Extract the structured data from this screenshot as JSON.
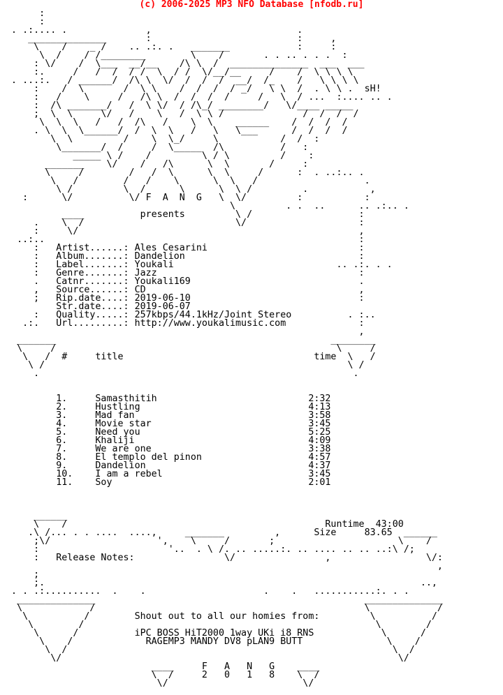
{
  "header": {
    "text": "(c) 2006-2025 MP3 NFO Database [nfodb.ru]",
    "color": "#ff0000"
  },
  "nfo_lines": [
    "       :",
    "       :",
    "  . .:.... .              ,                          .",
    "     ______________       :                          :     ,",
    "      \\    /    _ /    .. .:. .   _______            :     :",
    "       \\  /    / /________        \\    /       . . .. . . .  :",
    "      : \\/    /  \\___  __/__    /\\ \\  /  ______________  ___  ___",
    "      :.     /   /  /  / /  \\  / /  \\/__/__     /    /  \\ \\ \\ \\",
    "  . ...:.   / ______/  /\\ \\  \\/  /  /  /  __/  /_    /   \\ \\ \\ \\",
    "      :    /  \\       /  \\ \\    /  /  /  / _/   \\ \\  /  . \\ \\ .  sH!",
    "      :   /    \\     /   /\\ \\  /  /  /  /     /   \\  / ...  :.... .. .",
    "      :  /\\ _______/   /  \\ \\/  / /\\_/ ________/   \\/____ _____",
    "      ;  \\  \\     \\/   /    \\   /  \\ \\ /              /  /  /  /",
    "       \\  \\  \\   /   /  /\\   /    \\  \\    ______    /  /  /  /",
    "      . \\  \\  \\______/  /  \\  \\   /   \\   \\___      /  /  /  /",
    "         \\  \\         /    \\  \\_/     \\           /  /  :",
    "          \\_______/  /     /  \\_____  /\\          /   :",
    "             _____ \\ /    /         \\ / \\         /    :",
    "        _______    \\/    /   /\\      \\  \\       /     :",
    "        \\     /        /   /  \\      \\  \\     /      :  . ..:.. .",
    "         \\   /        /   /    \\      \\  \\   /                   .",
    "          \\ /         \\  /      \\      \\  \\ /         .           ,",
    "    :      \\/          \\/ F  A  N  G   \\  \\/         :           :",
    "                                         \\         . .  ..      .. .:.. .",
    "           ____          presents         \\ /                   :",
    "      .    \\  /                           \\/                    :",
    "      :     \\/                                                  ,",
    "   ..:..                                                        :",
    "      :   Artist......: Ales Cesarini                           :",
    "      :   Album.......: Dandelion                               :",
    "      :   Label.......: Youkali                             .. .:. . .",
    "      :   Genre.......: Jazz                                    :",
    "      .   Catnr.......: Youkali169                              .",
    "      ,   Source......: CD                                      ,",
    "      ;   Rip.date....: 2019-06-10                              :",
    "          Str.date....: 2019-06-07",
    "      :   Quality.....: 257kbps/44.1kHz/Joint Stereo          . :..",
    "    .:.   Url.........: http://www.youkalimusic.com             :",
    "                                                                ,",
    "   _______                                                 ________",
    "   \\     /                                                  \\     /",
    "    \\   /  #     title                                  time  \\   /",
    "     \\ /                                                      \\ /",
    "      .                                                        .",
    "",
    "",
    "          1.     Samasthitih                           2:32",
    "          2.     Hustling                              4:13",
    "          3.     Mad fan                               3:58",
    "          4.     Movie star                            3:45",
    "          5.     Need you                              5:25",
    "          6.     Khaliji                               4:09",
    "          7.     We are one                            3:38",
    "          8.     El templo del pinon                   4:57",
    "          9.     Dandelion                             4:37",
    "          10.    I am a rebel                          3:45",
    "          11.    Soy                                   2:01",
    "",
    "",
    "",
    "      ______",
    "      \\    /                                              Runtime  43:00",
    "     .\\ /... . . ....  ....,     _______         ,      Size     83.65  ______",
    "      ;\\/                   ',    \\     /       ;                      \\    /",
    "      :                       '..  . \\ /. .. .....:. .. .... .. .. ..:\\ /;",
    "      :   Release Notes:                \\/                ,                 \\/:",
    "                                                                              ,",
    "      ;",
    "      ;.                                                                   ..,",
    "  . . .:..........  .    .                     .    .   ...........:. . .",
    "   ______________                                                ______________",
    "   \\            /                                                \\            /",
    "    \\          /        Shout out to all our homies from:         \\          /",
    "     \\        /                                                    \\        /",
    "      \\      /          iPC BOSS HiT2000 1way UKi i8 RNS            \\      /",
    "       \\    /             RAGEMP3 MANDY DV8 pLAN9 BUTT               \\    /",
    "        \\  /                                                          \\  /",
    "         \\/                                                            \\/",
    "                           ____     F   A   N   G    ____",
    "                           \\  /     2   0   1   8    \\  /",
    "                            \\/                        \\/"
  ]
}
